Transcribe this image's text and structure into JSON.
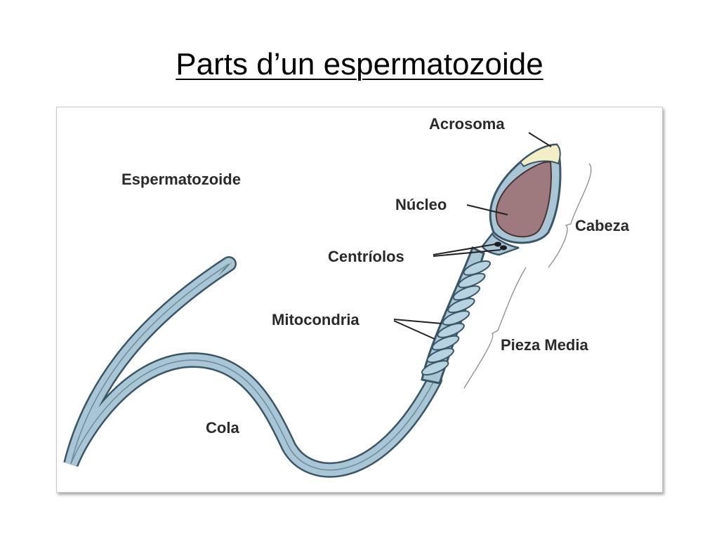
{
  "slide": {
    "title": "Parts d’un espermatozoide"
  },
  "diagram": {
    "labels": {
      "espermatozoide": "Espermatozoide",
      "acrosoma": "Acrosoma",
      "nucleo": "Núcleo",
      "centriolos": "Centríolos",
      "mitocondria": "Mitocondria",
      "cabeza": "Cabeza",
      "pieza_media": "Pieza Media",
      "cola": "Cola"
    },
    "colors": {
      "body_fill": "#a9c6d6",
      "body_outline": "#3b5666",
      "nucleus_fill": "#9e7a7e",
      "acrosome_fill": "#f3eec6",
      "mitochondria_fill": "#b7d2e0"
    }
  }
}
